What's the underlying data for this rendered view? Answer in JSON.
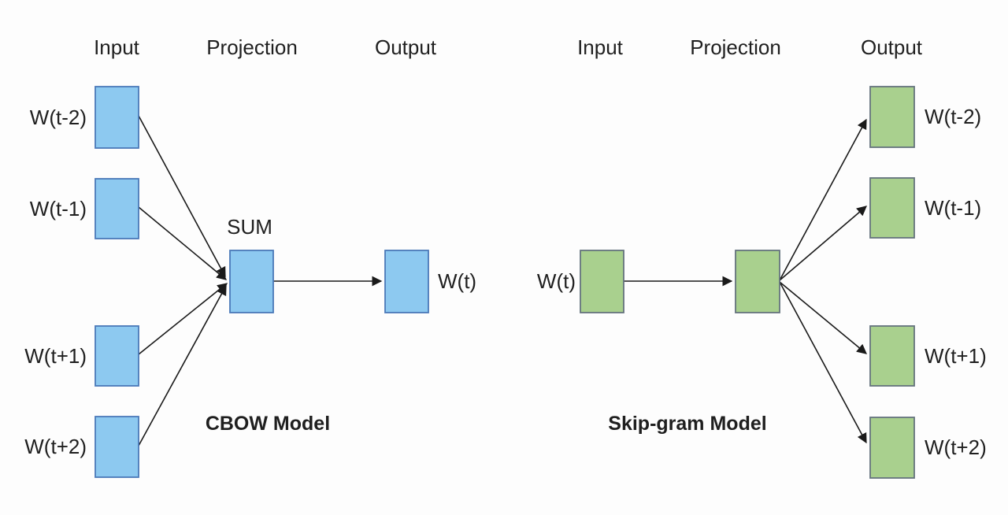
{
  "style": {
    "background": "#fdfdfd",
    "text_color": "#1f1f1f",
    "line_color": "#1a1a1a"
  },
  "diagrams": [
    {
      "title": "CBOW Model",
      "headers": [
        "Input",
        "Projection",
        "Output"
      ],
      "projection_label": "SUM",
      "input_labels": [
        "W(t-2)",
        "W(t-1)",
        "W(t+1)",
        "W(t+2)"
      ],
      "output_labels": [
        "W(t)"
      ],
      "box_fill": "#8DC9F0",
      "box_stroke": "#4A79B8"
    },
    {
      "title": "Skip-gram Model",
      "headers": [
        "Input",
        "Projection",
        "Output"
      ],
      "input_labels": [
        "W(t)"
      ],
      "output_labels": [
        "W(t-2)",
        "W(t-1)",
        "W(t+1)",
        "W(t+2)"
      ],
      "box_fill": "#A9D08E",
      "box_stroke": "#64737D"
    }
  ]
}
